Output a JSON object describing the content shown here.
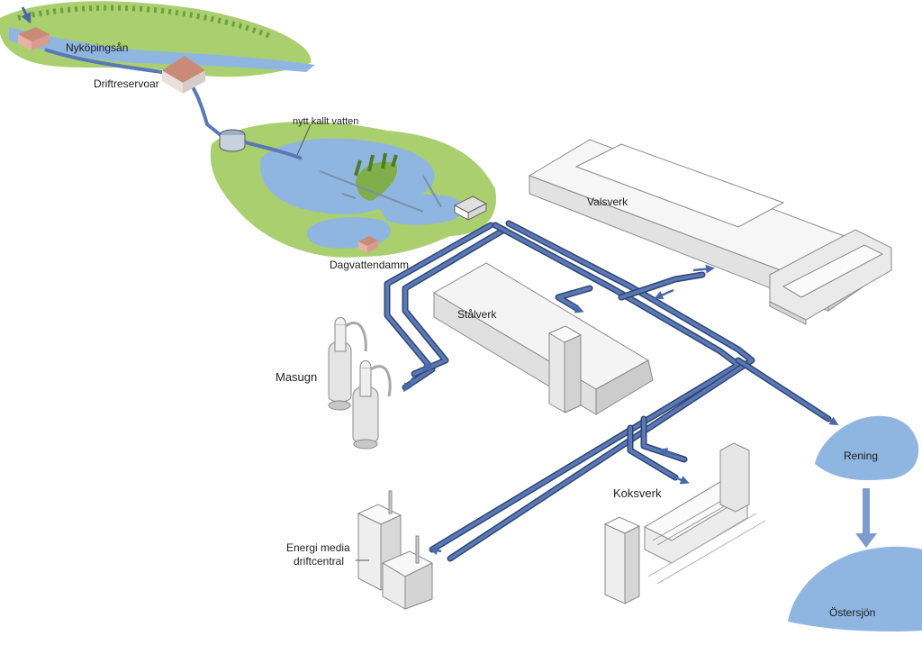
{
  "labels": {
    "river": "Nyköpingsån",
    "reservoir": "Driftreservoar",
    "cold_water": "nytt kallt vatten",
    "storm_pond": "Dagvattendamm",
    "rolling_mill": "Valsverk",
    "steel_mill": "Stålverk",
    "blast_furnace": "Masugn",
    "power_line1": "Energi media",
    "power_line2": "driftcentral",
    "coke_plant": "Koksverk",
    "treatment": "Rening",
    "baltic": "Östersjön"
  },
  "colors": {
    "water": "#8fb6e0",
    "pipe": "#5a78b8",
    "pipe_edge": "#2f4670",
    "grass": "#a9cf6e",
    "building": "#eeeeee",
    "roof": "#c98a78"
  }
}
